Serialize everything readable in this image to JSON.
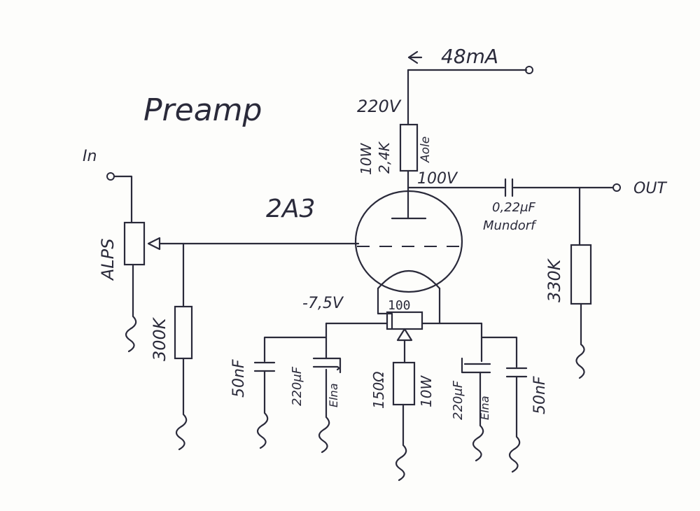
{
  "title": "Preamp",
  "tube": "2A3",
  "labels": {
    "current": "48mA",
    "b_plus": "220V",
    "plate_voltage": "100V",
    "input": "In",
    "output": "OUT",
    "pot": "ALPS",
    "grid_resistor": "300K",
    "output_resistor": "330K",
    "coupling_cap": "0,22μF",
    "coupling_cap_brand": "Mundorf",
    "plate_res_value": "2,4K",
    "plate_res_power": "10W",
    "plate_res_brand": "Aole",
    "bias_voltage": "-7,5V",
    "hum_pot": "100",
    "cath_res_value": "150Ω",
    "cath_res_power": "10W",
    "cap_left_film": "50nF",
    "cap_left_elko": "220μF",
    "cap_left_elko_brand": "Elna",
    "cap_right_elko": "220μF",
    "cap_right_elko_brand": "Elna",
    "cap_right_film": "50nF"
  }
}
